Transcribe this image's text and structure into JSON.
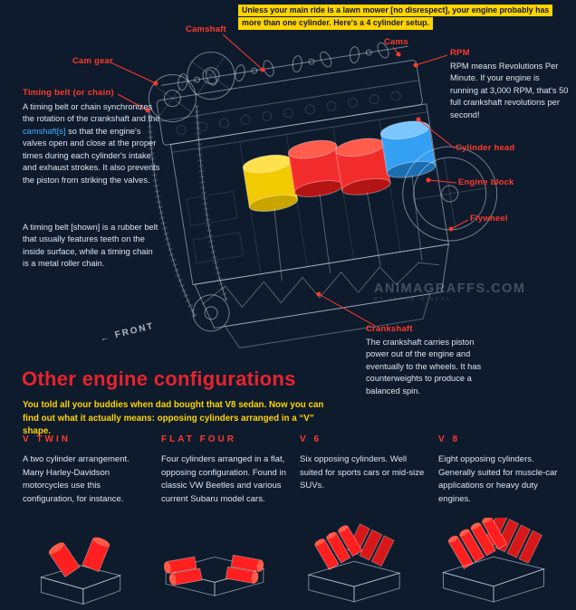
{
  "colors": {
    "background": "#0e1b2d",
    "label_red": "#ff3a2a",
    "heading_red": "#e8232d",
    "yellow": "#ffd400",
    "link_blue": "#3fb0ff",
    "piston_yellow": "#ffd400",
    "piston_red": "#ff2d2d",
    "piston_blue": "#35a8ff"
  },
  "intro_callout": {
    "line1": "Unless your main ride is a lawn mower [no disrespect], your engine probably has",
    "line2": "more than one cylinder. Here's a 4 cylinder setup."
  },
  "engine_labels": {
    "camshaft": "Camshaft",
    "cams": "Cams",
    "cam_gear": "Cam gear",
    "cylinder_head": "Cylinder head",
    "engine_block": "Engine block",
    "flywheel": "Flywheel",
    "front": "FRONT"
  },
  "timing_belt": {
    "title": "Timing belt (or chain)",
    "para1_pre": "A timing belt or chain synchronizes the rotation of the crankshaft and the ",
    "para1_link": "camshaft[s]",
    "para1_post": " so that the engine's valves open and close at the proper times during each cylinder's intake and exhaust strokes. It also prevents the piston from striking the valves.",
    "para2": "A timing belt [shown] is a rubber belt that usually features teeth on the inside surface, while a timing chain is a metal roller chain."
  },
  "rpm_note": {
    "title": "RPM",
    "body": "RPM means Revolutions Per Minute. If your engine is running at 3,000 RPM, that's 50 full crankshaft revolutions per second!"
  },
  "crankshaft_note": {
    "title": "Crankshaft",
    "body": "The crankshaft carries piston power out of the engine and eventually to the wheels. It has counterweights to produce a balanced spin."
  },
  "watermark": {
    "site": "ANIMAGRAFFS.COM",
    "byline": "BY JACOB O'NEAL"
  },
  "configurations": {
    "title": "Other engine configurations",
    "intro": "You told all your buddies when dad bought that V8 sedan. Now you can find out what it actually means: opposing cylinders arranged in a “V” shape.",
    "items": [
      {
        "name": "V TWIN",
        "description": "A two cylinder arrangement. Many Harley-Davidson motorcycles use this configuration, for instance."
      },
      {
        "name": "FLAT FOUR",
        "description": "Four cylinders arranged in a flat, opposing configuration. Found in classic VW Beetles and various current Subaru model cars."
      },
      {
        "name": "V 6",
        "description": "Six opposing cylinders. Well suited for sports cars or mid-size SUVs."
      },
      {
        "name": "V 8",
        "description": "Eight opposing cylinders. Generally suited for muscle-car applications or heavy duty engines."
      }
    ]
  }
}
